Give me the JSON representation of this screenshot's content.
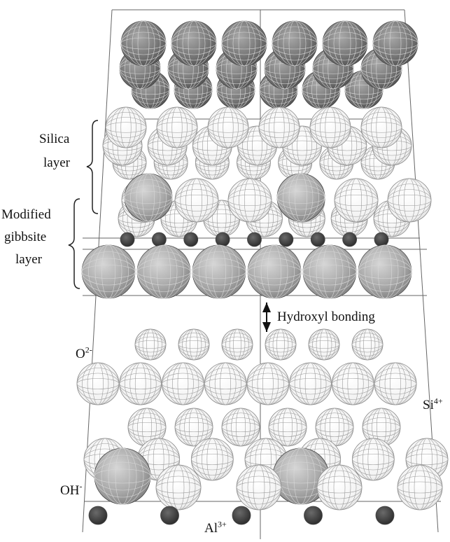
{
  "labels": {
    "silica_line1": "Silica",
    "silica_line2": "layer",
    "gibbsite_line1": "Modified",
    "gibbsite_line2": "gibbsite",
    "gibbsite_line3": "layer",
    "hydroxyl_bonding": "Hydroxyl bonding",
    "oxygen_base": "O",
    "oxygen_charge": "2-",
    "silicon_base": "Si",
    "silicon_charge": "4+",
    "hydroxyl_base": "OH",
    "hydroxyl_charge": "-",
    "aluminum_base": "Al",
    "aluminum_charge": "3+"
  },
  "colors": {
    "dark_sphere": "#6e6e6e",
    "light_sphere": "#f4f4f4",
    "mid_sphere": "#a8a8a8",
    "al_sphere": "#3d3d3d",
    "frame": "#555555"
  }
}
